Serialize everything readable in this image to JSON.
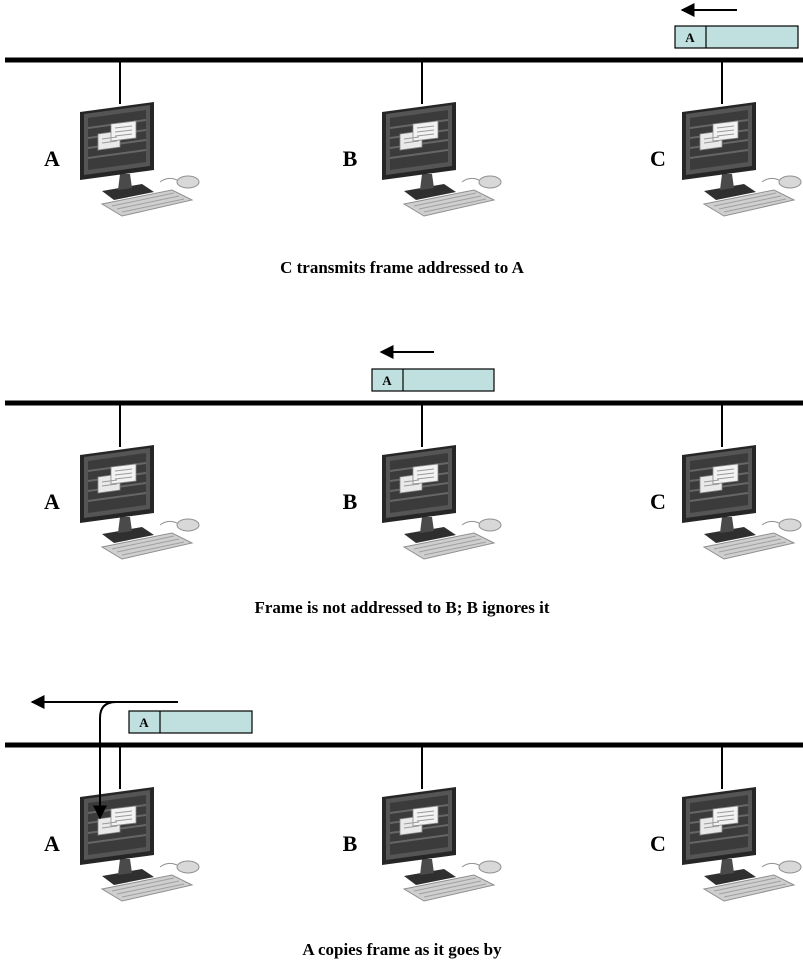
{
  "panels": [
    {
      "caption": "C transmits frame addressed to A",
      "stations": [
        "A",
        "B",
        "C"
      ],
      "frame": {
        "dest": "A"
      }
    },
    {
      "caption": "Frame is not addressed to B; B ignores it",
      "stations": [
        "A",
        "B",
        "C"
      ],
      "frame": {
        "dest": "A"
      }
    },
    {
      "caption": "A copies frame as it goes by",
      "stations": [
        "A",
        "B",
        "C"
      ],
      "frame": {
        "dest": "A"
      }
    }
  ],
  "colors": {
    "frame_fill": "#bfe0df",
    "bus": "#000000",
    "monitor_dark": "#3b3b3b",
    "keyboard": "#cfcfcf"
  }
}
